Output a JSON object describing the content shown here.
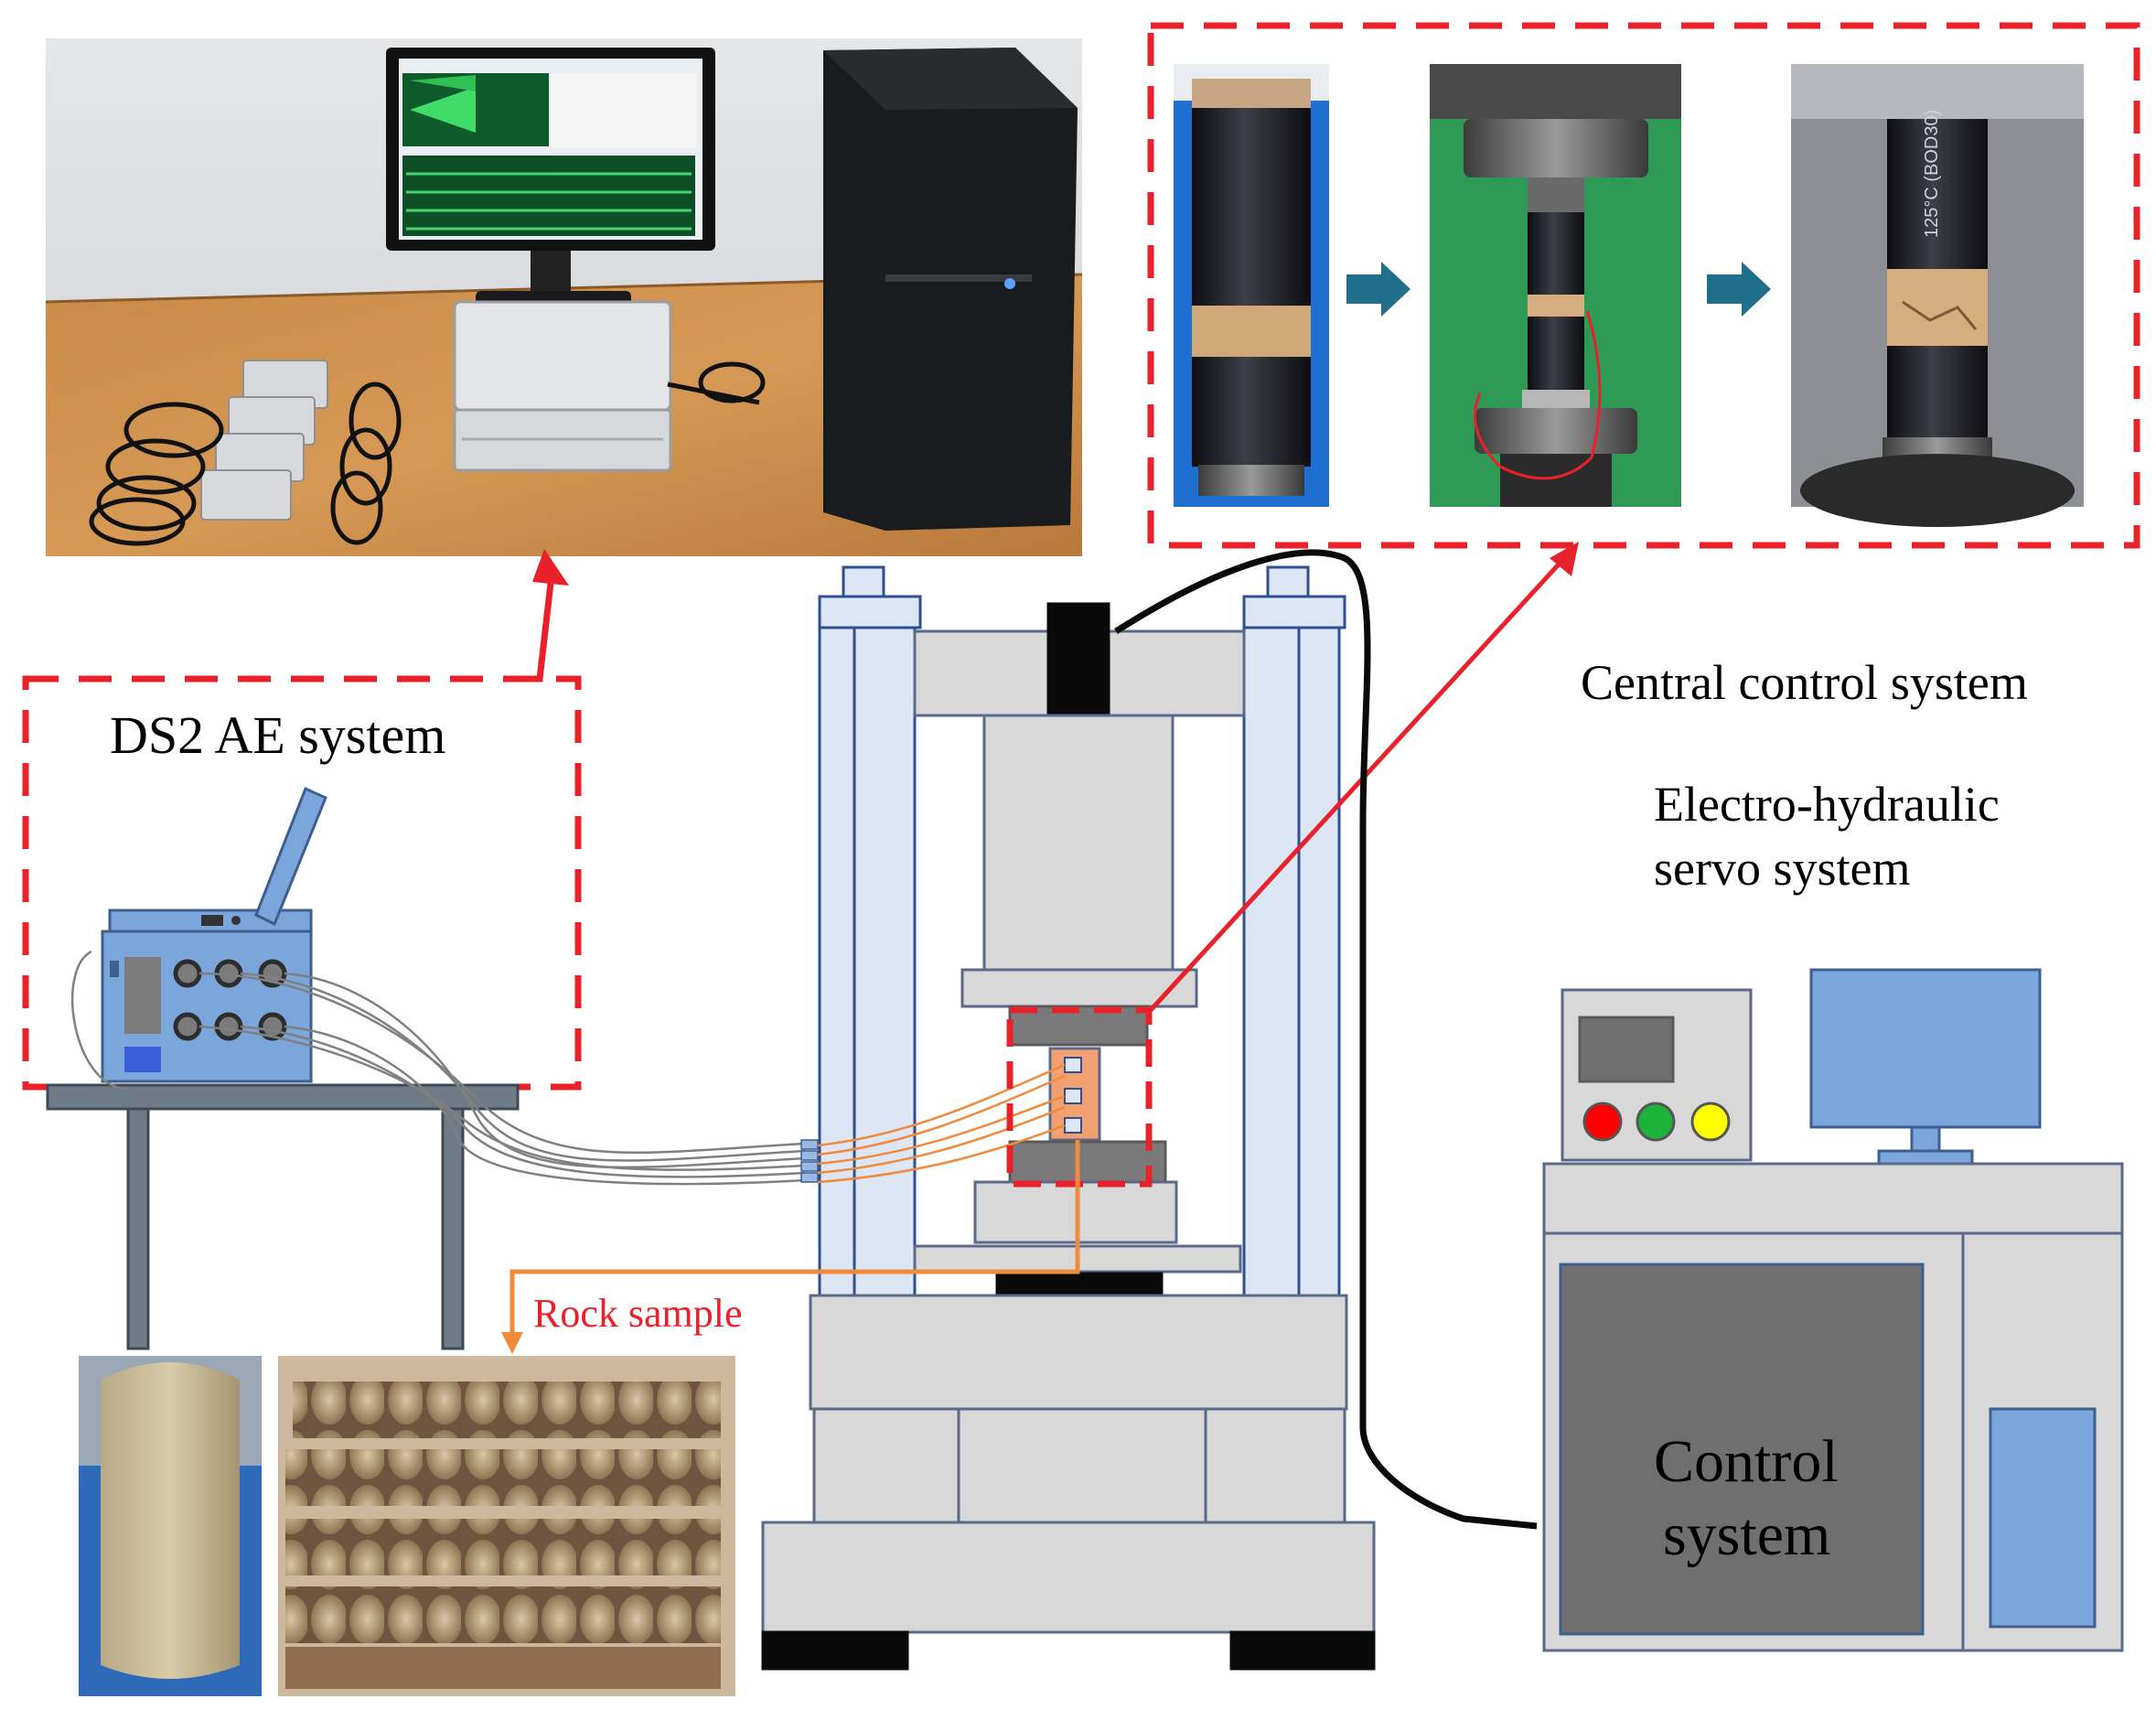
{
  "labels": {
    "ds2_ae_system": "DS2 AE system",
    "central_control_system": "Central control system",
    "electro_hydraulic_line1": "Electro-hydraulic",
    "electro_hydraulic_line2": "servo system",
    "rock_sample": "Rock sample",
    "control_system_line1": "Control",
    "control_system_line2": "system"
  },
  "sample_marking": "125°C (BOD30)",
  "colors": {
    "dashed_box": "#e8212a",
    "arrow_red": "#e8212a",
    "arrow_orange": "#f28a3c",
    "machine_fill": "#d8d8d8",
    "machine_stroke": "#5a6a8a",
    "column_fill": "#dde6f4",
    "column_stroke": "#2f4f8f",
    "dark_gray": "#7a7a7a",
    "light_blue": "#7aa6dc",
    "step_arrow": "#1f6f8b",
    "button_red": "#ff0000",
    "button_green": "#1db33a",
    "button_yellow": "#ffff00"
  },
  "icons": [
    "ae-instrument-icon",
    "monitor-icon",
    "computer-tower-icon",
    "rock-core-icon",
    "step-arrow-icon"
  ]
}
